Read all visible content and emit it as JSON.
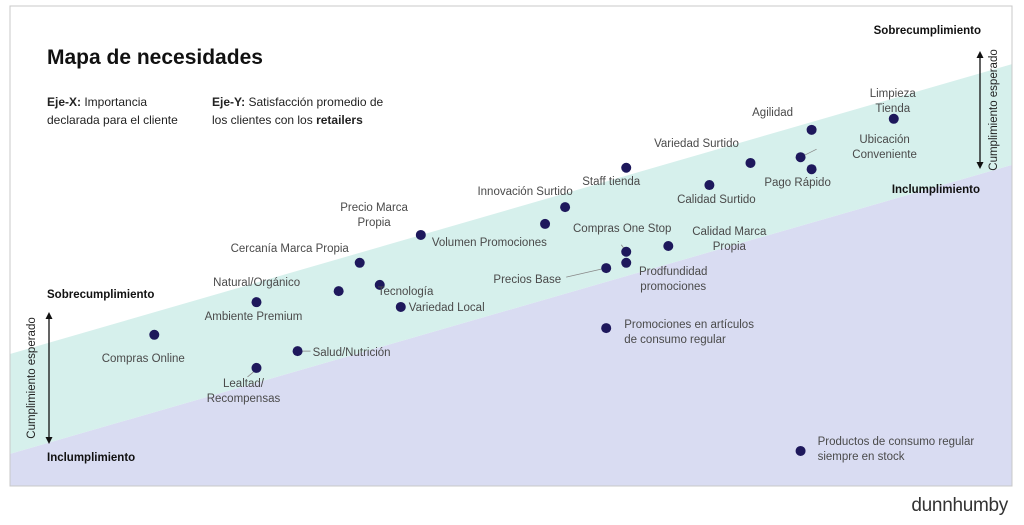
{
  "title": "Mapa de necesidades",
  "notes": {
    "x_key": "Eje-X:",
    "x_line1": " Importancia",
    "x_line2": "declarada para el cliente",
    "y_key": "Eje-Y:",
    "y_line1": " Satisfacción promedio de",
    "y_line2a": "los clientes con los ",
    "y_line2b": "retailers"
  },
  "zones": {
    "over": "Sobrecumplimiento",
    "expected": "Cumplimiento esperado",
    "under": "Inclumplimiento"
  },
  "brand": "dunnhumby",
  "colors": {
    "band": "#d6f0ec",
    "below": "#d9dcf2",
    "dot": "#1e185c",
    "border": "#c8c8c8"
  },
  "chart_data": {
    "type": "scatter",
    "title": "Mapa de necesidades",
    "xlabel": "Importancia declarada para el cliente",
    "ylabel": "Satisfacción promedio de los clientes con los retailers",
    "xlim": [
      0,
      100
    ],
    "ylim": [
      0,
      100
    ],
    "grid": false,
    "band": {
      "upper": [
        [
          0,
          27.5
        ],
        [
          100,
          87.9
        ]
      ],
      "lower": [
        [
          0,
          6.7
        ],
        [
          100,
          66.9
        ]
      ]
    },
    "points": [
      {
        "name": "Compras Online",
        "x": 14.4,
        "y": 31.5
      },
      {
        "name": "Natural/Orgánico",
        "x": 32.8,
        "y": 40.6
      },
      {
        "name": "Ambiente Premium",
        "x": 24.6,
        "y": 38.3
      },
      {
        "name": "Lealtad/ Recompensas",
        "x": 24.6,
        "y": 24.6
      },
      {
        "name": "Salud/Nutrición",
        "x": 28.7,
        "y": 28.1
      },
      {
        "name": "Tecnología",
        "x": 36.9,
        "y": 41.9
      },
      {
        "name": "Variedad Local",
        "x": 39.0,
        "y": 37.3
      },
      {
        "name": "Cercanía Marca Propia",
        "x": 34.9,
        "y": 46.5
      },
      {
        "name": "Volumen Promociones",
        "x": 41.0,
        "y": 52.3
      },
      {
        "name": "Precio Marca Propia",
        "x": 53.4,
        "y": 54.6
      },
      {
        "name": "Innovación Surtido",
        "x": 55.4,
        "y": 58.1
      },
      {
        "name": "Staff tienda",
        "x": 61.5,
        "y": 66.3
      },
      {
        "name": "Compras One Stop",
        "x": 61.5,
        "y": 48.8
      },
      {
        "name": "Precios Base",
        "x": 59.5,
        "y": 45.4
      },
      {
        "name": "Prodfundidad promociones",
        "x": 61.5,
        "y": 46.5
      },
      {
        "name": "Calidad Marca Propia",
        "x": 65.7,
        "y": 50.0
      },
      {
        "name": "Calidad Surtido",
        "x": 69.8,
        "y": 62.7
      },
      {
        "name": "Variedad Surtido",
        "x": 73.9,
        "y": 67.3
      },
      {
        "name": "Ubicación Conveniente",
        "x": 78.9,
        "y": 68.5
      },
      {
        "name": "Agilidad",
        "x": 80.0,
        "y": 74.2
      },
      {
        "name": "Pago Rápido",
        "x": 80.0,
        "y": 66.0
      },
      {
        "name": "Limpieza Tienda",
        "x": 88.2,
        "y": 76.5
      },
      {
        "name": "Promociones en artículos de consumo regular",
        "x": 59.5,
        "y": 32.9
      },
      {
        "name": "Productos de consumo regular siempre en stock",
        "x": 78.9,
        "y": 7.3
      }
    ]
  }
}
